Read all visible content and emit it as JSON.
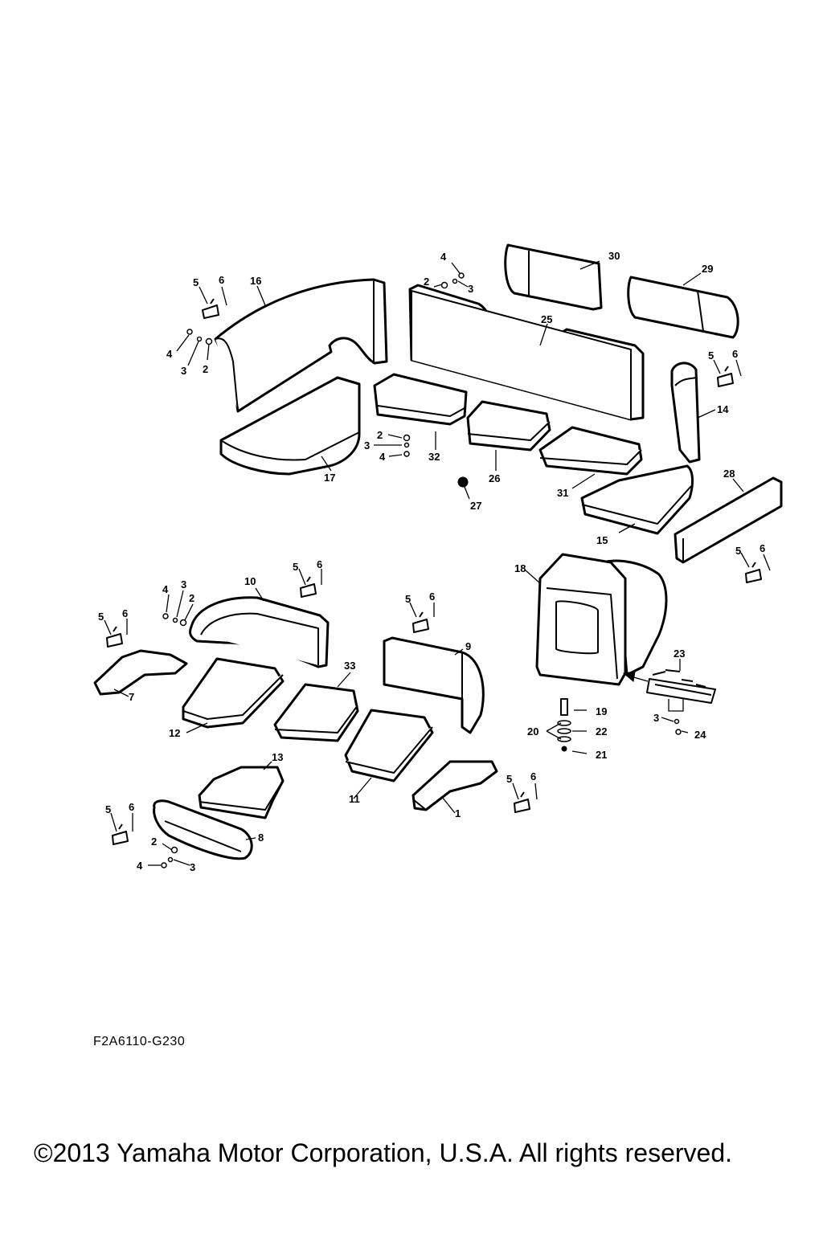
{
  "figure_code": "F2A6110-G230",
  "copyright": "©2013 Yamaha Motor Corporation, U.S.A. All rights reserved.",
  "callouts": {
    "c1": "1",
    "c2": "2",
    "c3": "3",
    "c4": "4",
    "c5": "5",
    "c6": "6",
    "c7": "7",
    "c8": "8",
    "c9": "9",
    "c10": "10",
    "c11": "11",
    "c12": "12",
    "c13": "13",
    "c14": "14",
    "c15": "15",
    "c16": "16",
    "c17": "17",
    "c18": "18",
    "c19": "19",
    "c20": "20",
    "c21": "21",
    "c22": "22",
    "c23": "23",
    "c24": "24",
    "c25": "25",
    "c26": "26",
    "c27": "27",
    "c28": "28",
    "c29": "29",
    "c30": "30",
    "c31": "31",
    "c32": "32",
    "c33": "33"
  }
}
